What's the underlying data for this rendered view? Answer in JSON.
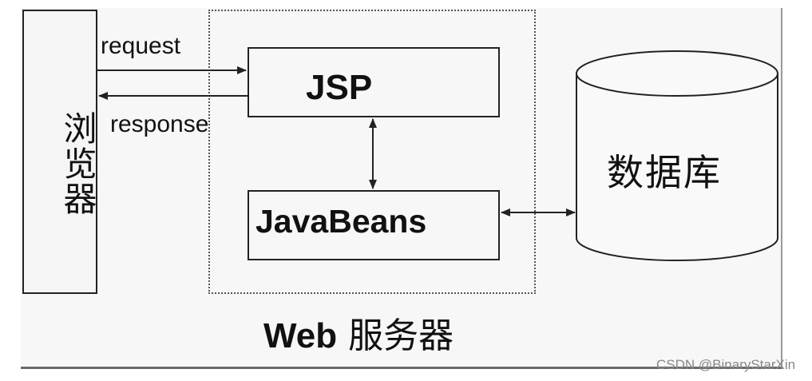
{
  "diagram": {
    "browser": {
      "label": "浏览器"
    },
    "server": {
      "label_latin": "Web",
      "label_cjk": "服务器"
    },
    "jsp": {
      "label": "JSP"
    },
    "javabeans": {
      "label": "JavaBeans"
    },
    "database": {
      "label": "数据库"
    },
    "edges": {
      "request": {
        "label": "request",
        "from": "browser",
        "to": "jsp"
      },
      "response": {
        "label": "response",
        "from": "jsp",
        "to": "browser"
      },
      "jsp_beans": {
        "from": "jsp",
        "to": "javabeans",
        "bidirectional": true
      },
      "beans_db": {
        "from": "javabeans",
        "to": "database",
        "bidirectional": true
      }
    }
  },
  "watermark": "CSDN @BinaryStarXin",
  "colors": {
    "stroke": "#222222",
    "background": "#f7f7f7"
  }
}
